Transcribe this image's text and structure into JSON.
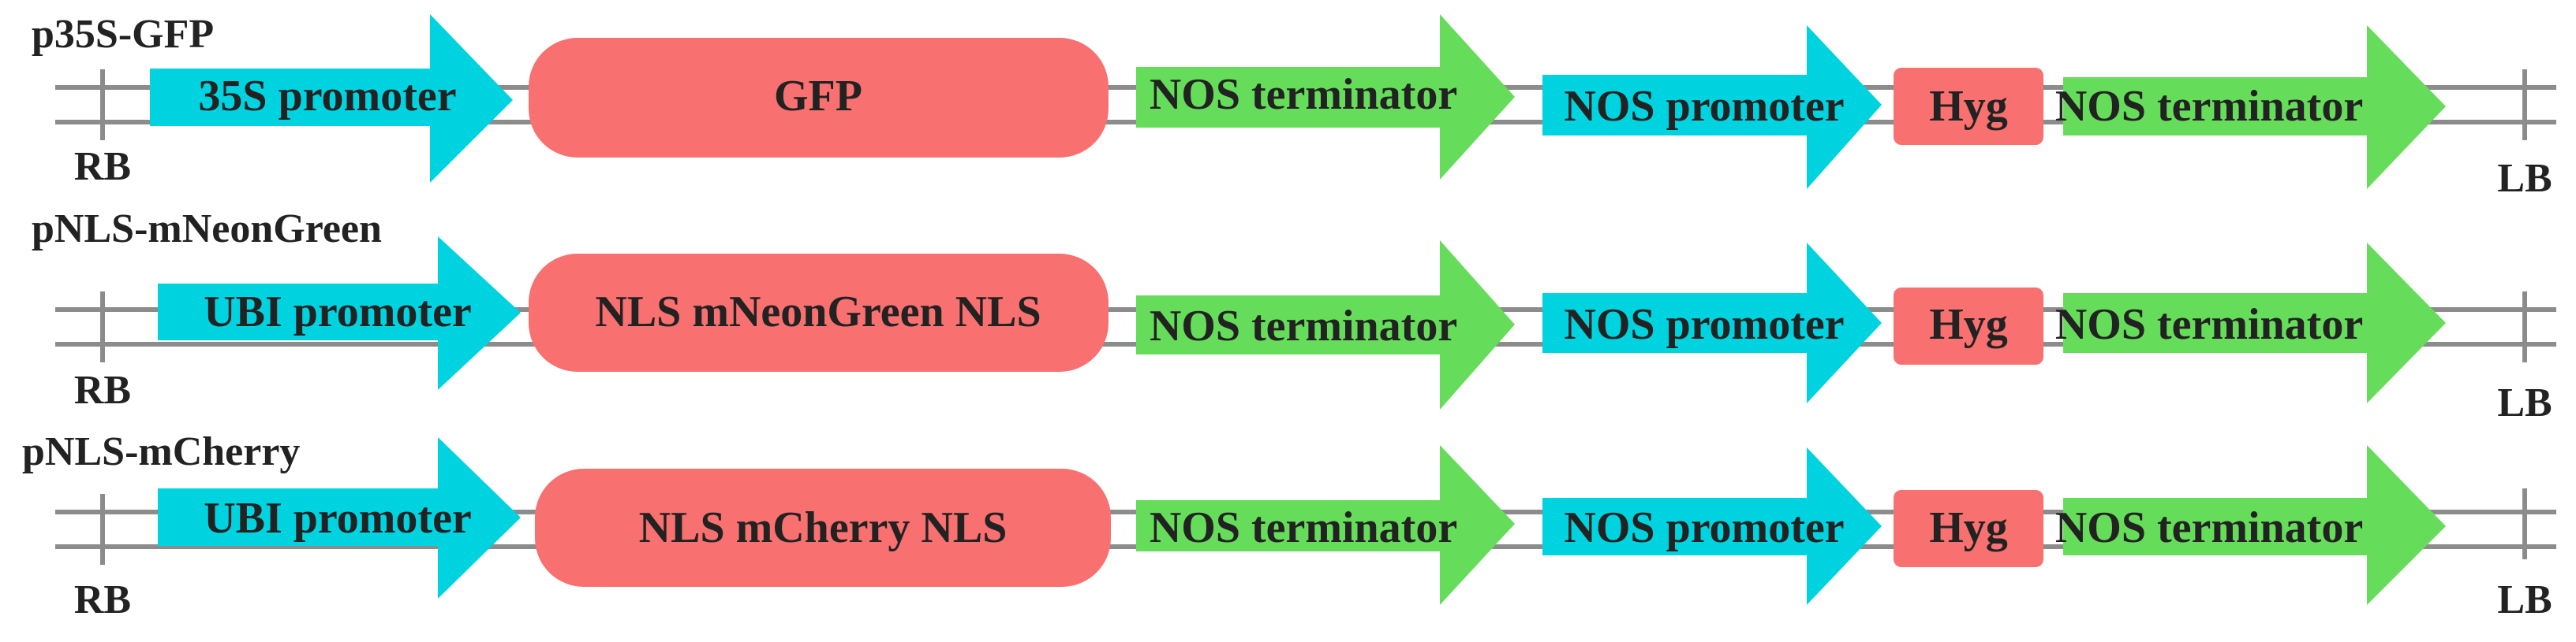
{
  "colors": {
    "promoter": "#00d3e0",
    "terminator": "#66dd5a",
    "coding": "#f87070",
    "backbone": "#8c8c8c",
    "text": "#222222"
  },
  "constructs": [
    {
      "name": "p35S-GFP",
      "rb_label": "RB",
      "lb_label": "LB",
      "parts": [
        {
          "label": "35S promoter",
          "type": "promoter",
          "icon": "arrow-right"
        },
        {
          "label": "GFP",
          "type": "coding",
          "icon": "rounded-box"
        },
        {
          "label": "NOS terminator",
          "type": "terminator",
          "icon": "arrow-right"
        },
        {
          "label": "NOS promoter",
          "type": "promoter",
          "icon": "arrow-right"
        },
        {
          "label": "Hyg",
          "type": "coding",
          "icon": "rounded-box"
        },
        {
          "label": "NOS terminator",
          "type": "terminator",
          "icon": "arrow-right"
        }
      ]
    },
    {
      "name": "pNLS-mNeonGreen",
      "rb_label": "RB",
      "lb_label": "LB",
      "parts": [
        {
          "label": "UBI promoter",
          "type": "promoter",
          "icon": "arrow-right"
        },
        {
          "label": "NLS mNeonGreen NLS",
          "type": "coding",
          "icon": "rounded-box"
        },
        {
          "label": "NOS terminator",
          "type": "terminator",
          "icon": "arrow-right"
        },
        {
          "label": "NOS promoter",
          "type": "promoter",
          "icon": "arrow-right"
        },
        {
          "label": "Hyg",
          "type": "coding",
          "icon": "rounded-box"
        },
        {
          "label": "NOS terminator",
          "type": "terminator",
          "icon": "arrow-right"
        }
      ]
    },
    {
      "name": "pNLS-mCherry",
      "rb_label": "RB",
      "lb_label": "LB",
      "parts": [
        {
          "label": "UBI promoter",
          "type": "promoter",
          "icon": "arrow-right"
        },
        {
          "label": "NLS mCherry NLS",
          "type": "coding",
          "icon": "rounded-box"
        },
        {
          "label": "NOS terminator",
          "type": "terminator",
          "icon": "arrow-right"
        },
        {
          "label": "NOS promoter",
          "type": "promoter",
          "icon": "arrow-right"
        },
        {
          "label": "Hyg",
          "type": "coding",
          "icon": "rounded-box"
        },
        {
          "label": "NOS terminator",
          "type": "terminator",
          "icon": "arrow-right"
        }
      ]
    }
  ]
}
